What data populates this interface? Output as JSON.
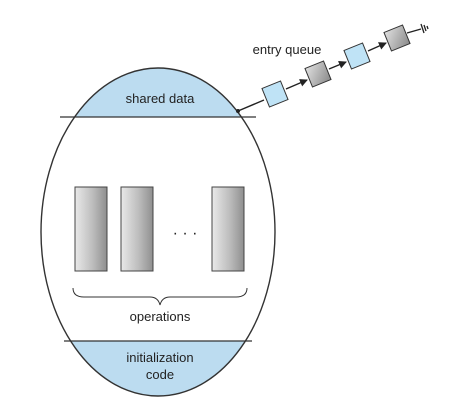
{
  "monitor": {
    "shared_data_label": "shared data",
    "ellipsis": "· · ·",
    "operations_label": "operations",
    "init_line1": "initialization",
    "init_line2": "code"
  },
  "queue": {
    "label": "entry queue"
  },
  "colors": {
    "band_fill": "#bcdcf0",
    "queue_blue": "#bfe3f6",
    "queue_gray": "#c4c4c4",
    "outline": "#333333"
  },
  "icons": {
    "ground": "ground-icon"
  }
}
